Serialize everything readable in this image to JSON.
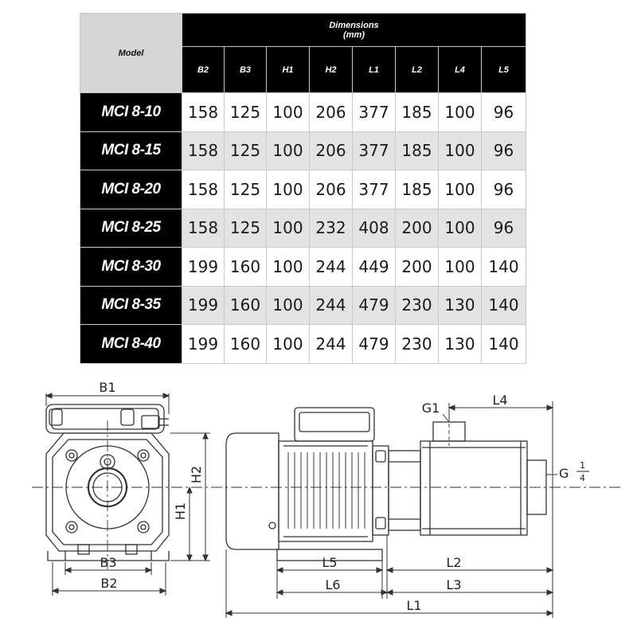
{
  "table": {
    "model_header": "Model",
    "dimensions_header": "Dimensions",
    "unit_header": "(mm)",
    "columns": [
      "B2",
      "B3",
      "H1",
      "H2",
      "L1",
      "L2",
      "L4",
      "L5"
    ],
    "rows": [
      {
        "model": "MCI 8-10",
        "values": [
          "158",
          "125",
          "100",
          "206",
          "377",
          "185",
          "100",
          "96"
        ]
      },
      {
        "model": "MCI 8-15",
        "values": [
          "158",
          "125",
          "100",
          "206",
          "377",
          "185",
          "100",
          "96"
        ]
      },
      {
        "model": "MCI 8-20",
        "values": [
          "158",
          "125",
          "100",
          "206",
          "377",
          "185",
          "100",
          "96"
        ]
      },
      {
        "model": "MCI 8-25",
        "values": [
          "158",
          "125",
          "100",
          "232",
          "408",
          "200",
          "100",
          "96"
        ]
      },
      {
        "model": "MCI 8-30",
        "values": [
          "199",
          "160",
          "100",
          "244",
          "449",
          "200",
          "100",
          "140"
        ]
      },
      {
        "model": "MCI 8-35",
        "values": [
          "199",
          "160",
          "100",
          "244",
          "479",
          "230",
          "130",
          "140"
        ]
      },
      {
        "model": "MCI 8-40",
        "values": [
          "199",
          "160",
          "100",
          "244",
          "479",
          "230",
          "130",
          "140"
        ]
      }
    ]
  },
  "drawing": {
    "front_view": {
      "b1": "B1",
      "b3": "B3",
      "b2": "B2",
      "h1": "H1",
      "h2": "H2"
    },
    "side_view": {
      "g1": "G1",
      "l4": "L4",
      "g_main": "G",
      "g_num": "1",
      "g_den": "4",
      "l5": "L5",
      "l2": "L2",
      "l6": "L6",
      "l3": "L3",
      "l1": "L1"
    }
  }
}
